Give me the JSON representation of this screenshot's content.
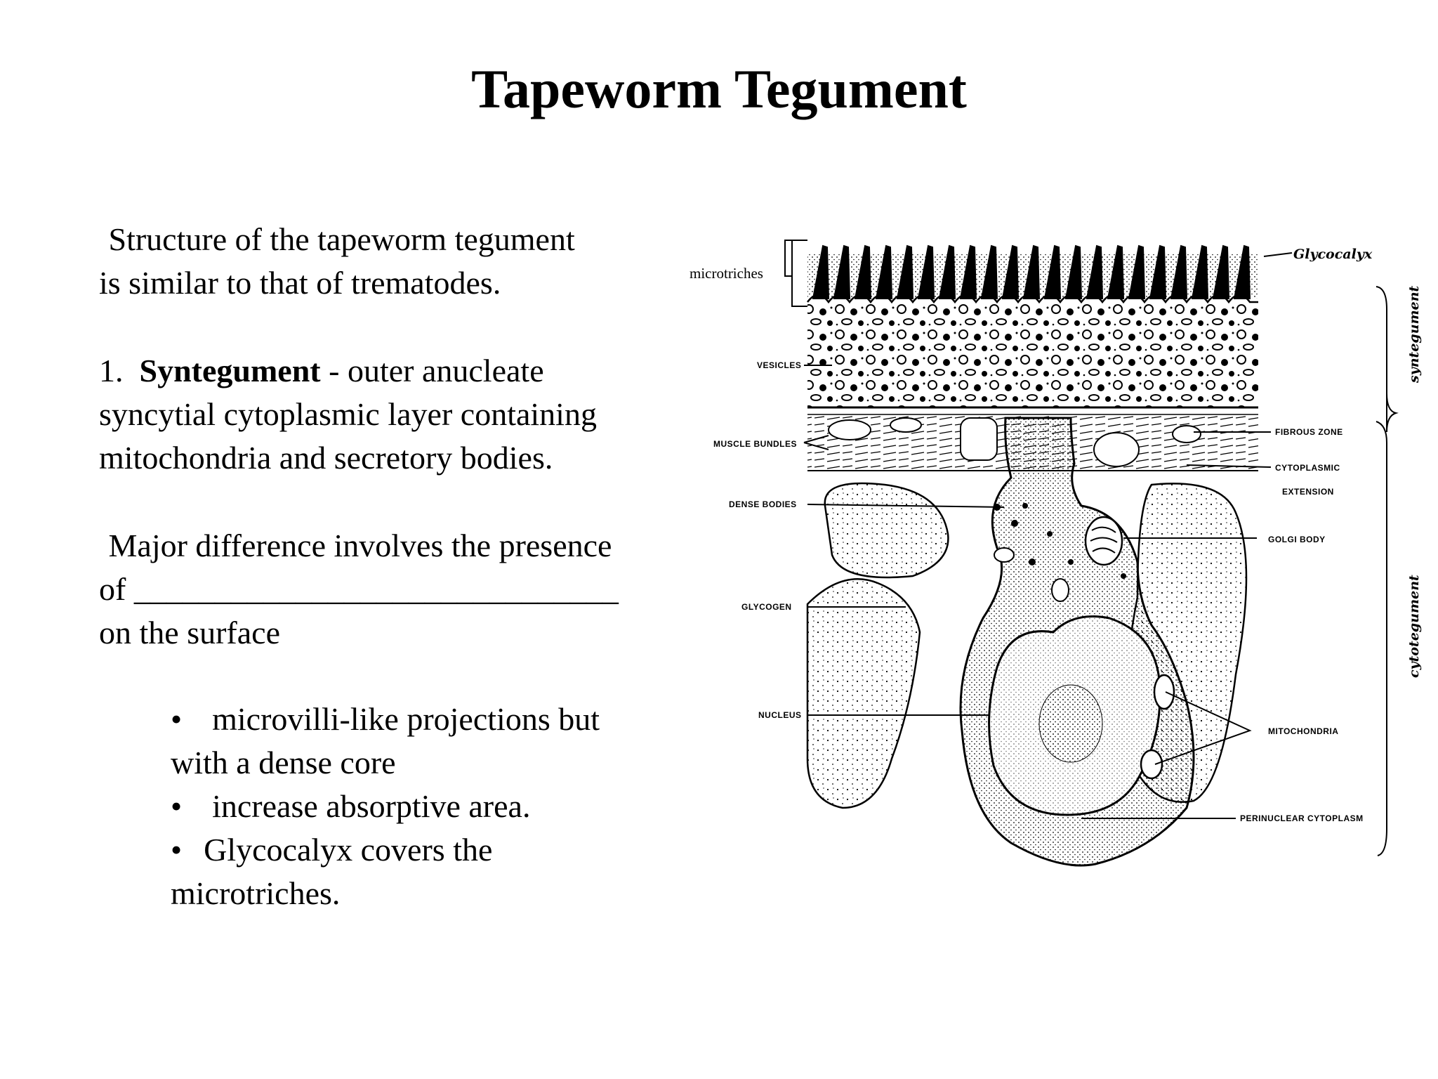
{
  "slide": {
    "title": "Tapeworm Tegument",
    "intro_line1": " Structure of the tapeworm tegument",
    "intro_line2": "is similar to that of trematodes.",
    "point1_num": "1.",
    "point1_term": "Syntegument",
    "point1_rest": " - outer anucleate",
    "point1_line2": "syncytial cytoplasmic layer containing",
    "point1_line3": "mitochondria and secretory bodies.",
    "major_line1": " Major difference involves the presence",
    "major_line2": "of ______________________________",
    "major_line3": "on the surface",
    "bullets": [
      {
        "dot": "•",
        "line1": "microvilli-like projections but",
        "line2": "with a dense core"
      },
      {
        "dot": "•",
        "line1": "increase absorptive area."
      },
      {
        "dot": "•",
        "line1": "Glycocalyx covers the",
        "line2": "microtriches."
      }
    ]
  },
  "figure": {
    "labels": {
      "microtriches": "microtriches",
      "glycocalyx": "Glycocalyx",
      "vesicles": "VESICLES",
      "muscle_bundles": "MUSCLE BUNDLES",
      "dense_bodies": "DENSE BODIES",
      "glycogen": "GLYCOGEN",
      "nucleus": "NUCLEUS",
      "fibrous_zone": "FIBROUS ZONE",
      "cytoplasmic": "CYTOPLASMIC",
      "extension": "EXTENSION",
      "golgi_body": "GOLGI BODY",
      "mitochondria": "MITOCHONDRIA",
      "perinuclear_cytoplasm": "PERINUCLEAR CYTOPLASM",
      "syntegument": "syntegument",
      "cytotegument": "cytotegument"
    }
  }
}
